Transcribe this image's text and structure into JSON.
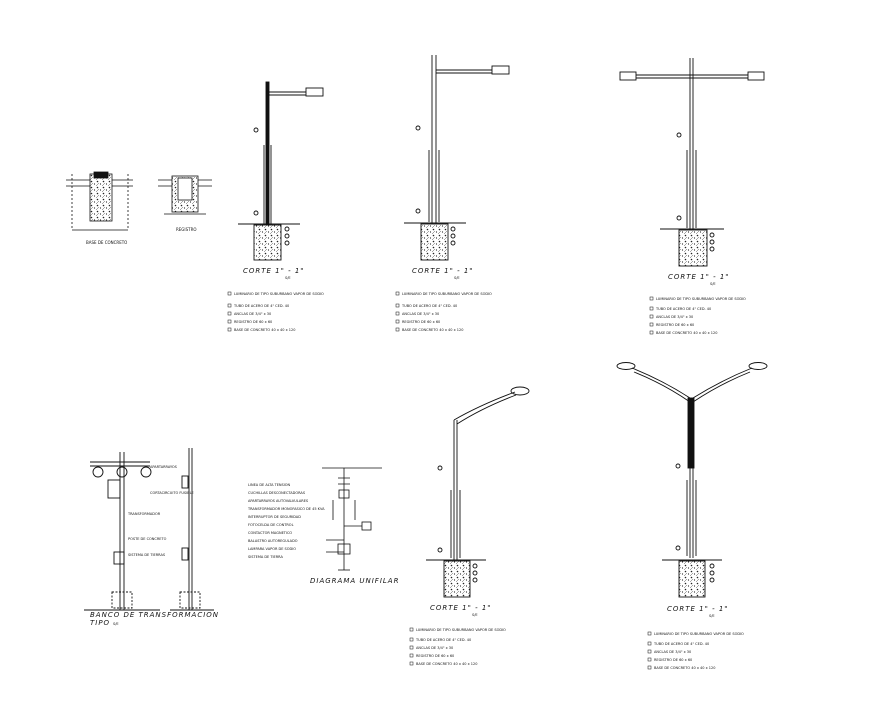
{
  "drawing": {
    "footing_detail": {
      "left_caption": "BASE DE CONCRETO",
      "right_caption": "REGISTRO"
    },
    "pole_single_1": {
      "section_title": "CORTE   1\" - 1\"",
      "section_scale": "S/E",
      "notes": [
        "LUMINARIO DE TIPO SUBURBANO VAPOR DE SODIO",
        "TUBO DE ACERO DE 4\" CED. 40",
        "ANCLAS DE 3/4\" x 30",
        "REGISTRO DE 60 x 60",
        "BASE DE CONCRETO 40 x 40 x 120"
      ]
    },
    "pole_single_2": {
      "section_title": "CORTE   1\" - 1\"",
      "section_scale": "S/E",
      "notes": [
        "LUMINARIO DE TIPO SUBURBANO VAPOR DE SODIO",
        "TUBO DE ACERO DE 4\" CED. 40",
        "ANCLAS DE 3/4\" x 30",
        "REGISTRO DE 60 x 60",
        "BASE DE CONCRETO 40 x 40 x 120"
      ]
    },
    "pole_double": {
      "section_title": "CORTE   1\" - 1\"",
      "section_scale": "S/E",
      "notes": [
        "LUMINARIO DE TIPO SUBURBANO VAPOR DE SODIO",
        "TUBO DE ACERO DE 4\" CED. 40",
        "ANCLAS DE 3/4\" x 30",
        "REGISTRO DE 60 x 60",
        "BASE DE CONCRETO 40 x 40 x 120"
      ]
    },
    "transformer_bank": {
      "title": "BANCO DE TRANSFORMACION",
      "subtitle": "TIPO",
      "scale": "S/E",
      "labels": [
        "APARTARRAYOS",
        "CORTACIRCUITO FUSIBLE",
        "TRANSFORMADOR",
        "POSTE DE CONCRETO",
        "SISTEMA DE TIERRAS"
      ]
    },
    "single_line": {
      "title": "DIAGRAMA UNIFILAR",
      "legend": [
        "LINEA DE ALTA TENSION",
        "CUCHILLAS DESCONECTADORAS",
        "APARTARRAYOS AUTOVALVULARES",
        "TRANSFORMADOR MONOFASICO DE 45 KVA",
        "INTERRUPTOR DE SEGURIDAD",
        "FOTOCELDA DE CONTROL",
        "CONTACTOR MAGNETICO",
        "BALASTRO AUTOREGULADO",
        "LAMPARA VAPOR DE SODIO",
        "SISTEMA DE TIERRA"
      ]
    },
    "pole_curved_1": {
      "section_title": "CORTE   1\" - 1\"",
      "section_scale": "S/E",
      "notes": [
        "LUMINARIO DE TIPO SUBURBANO VAPOR DE SODIO",
        "TUBO DE ACERO DE 4\" CED. 40",
        "ANCLAS DE 3/4\" x 30",
        "REGISTRO DE 60 x 60",
        "BASE DE CONCRETO 40 x 40 x 120"
      ]
    },
    "pole_curved_2": {
      "section_title": "CORTE   1\" - 1\"",
      "section_scale": "S/E",
      "notes": [
        "LUMINARIO DE TIPO SUBURBANO VAPOR DE SODIO",
        "TUBO DE ACERO DE 4\" CED. 40",
        "ANCLAS DE 3/4\" x 30",
        "REGISTRO DE 60 x 60",
        "BASE DE CONCRETO 40 x 40 x 120"
      ]
    }
  }
}
